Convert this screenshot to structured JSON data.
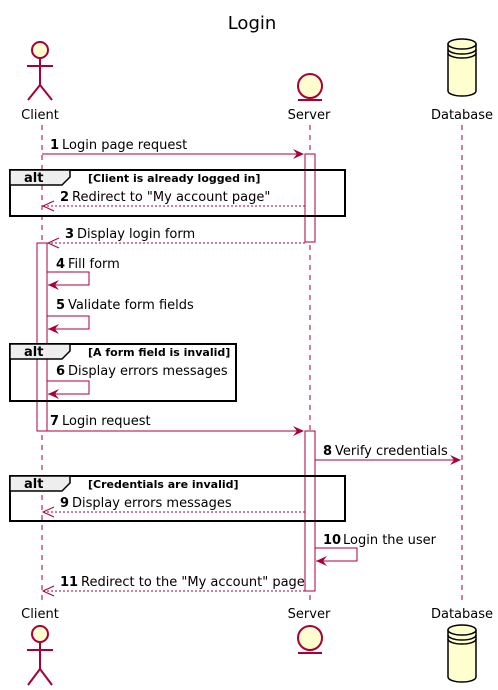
{
  "title": "Login",
  "colors": {
    "line": "#A80036",
    "actor_fill": "#FEFECE",
    "frame": "#000000",
    "background": "#FFFFFF"
  },
  "participants": [
    {
      "id": "client",
      "label": "Client",
      "icon": "actor-icon"
    },
    {
      "id": "server",
      "label": "Server",
      "icon": "entity-icon"
    },
    {
      "id": "database",
      "label": "Database",
      "icon": "database-icon"
    }
  ],
  "messages": [
    {
      "num": "1",
      "text": "Login page request",
      "from": "client",
      "to": "server",
      "style": "solid"
    },
    {
      "num": "2",
      "text": "Redirect to \"My account page\"",
      "from": "server",
      "to": "client",
      "style": "dashed"
    },
    {
      "num": "3",
      "text": "Display login form",
      "from": "server",
      "to": "client",
      "style": "dashed"
    },
    {
      "num": "4",
      "text": "Fill form",
      "from": "client",
      "to": "client",
      "style": "self"
    },
    {
      "num": "5",
      "text": "Validate form fields",
      "from": "client",
      "to": "client",
      "style": "self"
    },
    {
      "num": "6",
      "text": "Display errors messages",
      "from": "client",
      "to": "client",
      "style": "self"
    },
    {
      "num": "7",
      "text": "Login request",
      "from": "client",
      "to": "server",
      "style": "solid"
    },
    {
      "num": "8",
      "text": "Verify credentials",
      "from": "server",
      "to": "database",
      "style": "solid"
    },
    {
      "num": "9",
      "text": "Display errors messages",
      "from": "server",
      "to": "client",
      "style": "dashed"
    },
    {
      "num": "10",
      "text": "Login the user",
      "from": "server",
      "to": "server",
      "style": "self"
    },
    {
      "num": "11",
      "text": "Redirect to the \"My account\" page",
      "from": "server",
      "to": "client",
      "style": "dashed"
    }
  ],
  "fragments": [
    {
      "keyword": "alt",
      "guard": "[Client is already logged in]"
    },
    {
      "keyword": "alt",
      "guard": "[A form field is invalid]"
    },
    {
      "keyword": "alt",
      "guard": "[Credentials are invalid]"
    }
  ]
}
